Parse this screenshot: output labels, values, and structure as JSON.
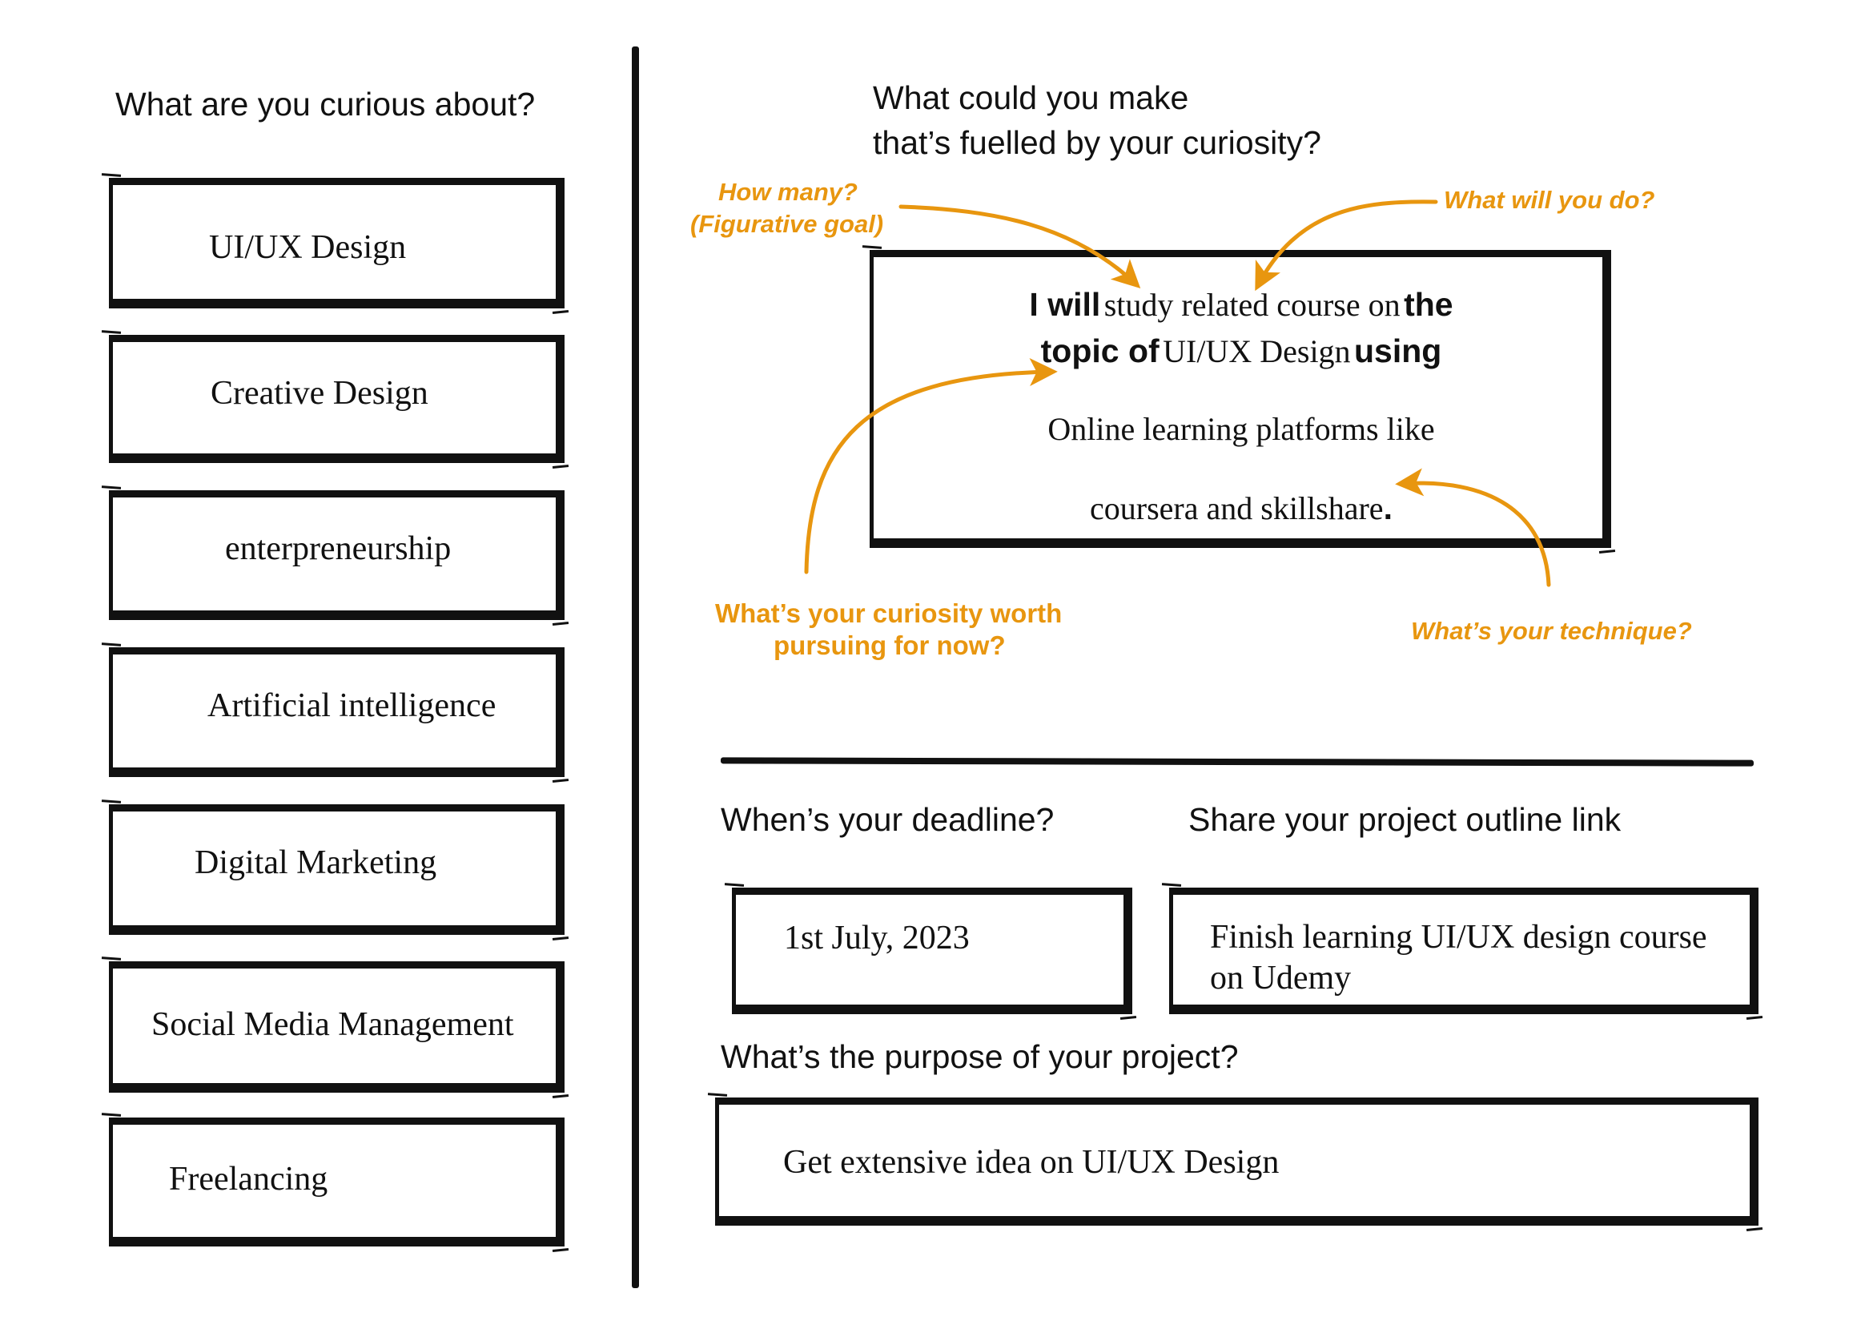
{
  "left": {
    "heading": "What are you curious about?",
    "items": [
      {
        "label": "UI/UX  Design"
      },
      {
        "label": "Creative Design"
      },
      {
        "label": "enterpreneurship"
      },
      {
        "label": "Artificial intelligence"
      },
      {
        "label": "Digital Marketing"
      },
      {
        "label": "Social Media Management"
      },
      {
        "label": "Freelancing"
      }
    ]
  },
  "right": {
    "heading_line1": "What could you make",
    "heading_line2": "that’s fuelled by your curiosity?",
    "hints": {
      "how_many_line1": "How many?",
      "how_many_line2": "(Figurative goal)",
      "what_will_you_do": "What will you do?",
      "worth_line1": "What’s your curiosity worth",
      "worth_line2": "pursuing for now?",
      "technique": "What’s your technique?"
    },
    "statement": {
      "p1": "I will",
      "a1": "study related  course on",
      "p2": "the",
      "p3": "topic of",
      "a2": "UI/UX Design",
      "p4": "using",
      "a3": "Online learning platforms like",
      "a4": "coursera and skillshare",
      "end": "."
    }
  },
  "deadline": {
    "heading": "When’s your deadline?",
    "value": "1st July, 2023"
  },
  "outline": {
    "heading": "Share your project outline link",
    "value": "Finish learning UI/UX design course on Udemy"
  },
  "purpose": {
    "heading": "What’s the purpose of your project?",
    "value": "Get extensive idea on UI/UX Design"
  },
  "colors": {
    "ink": "#111111",
    "accent": "#e8960f",
    "background": "#ffffff"
  }
}
